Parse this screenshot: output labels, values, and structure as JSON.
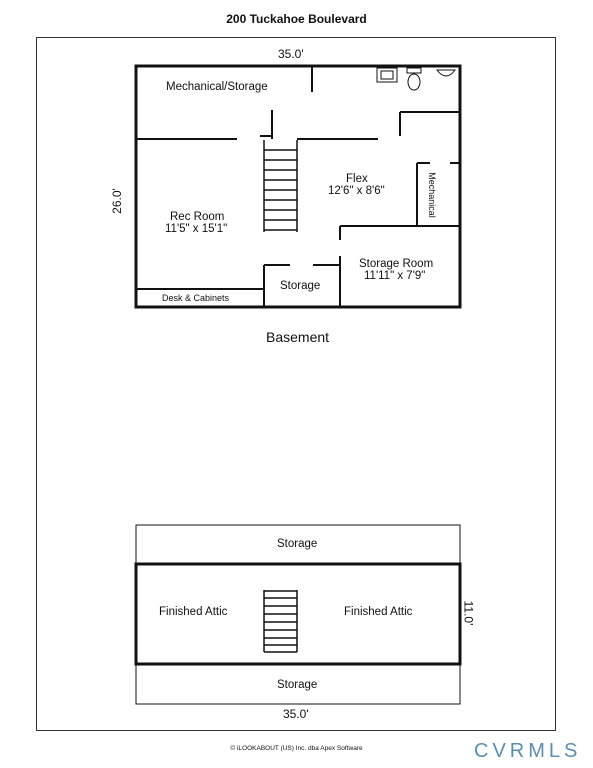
{
  "title": "200 Tuckahoe Boulevard",
  "basement": {
    "label": "Basement",
    "width_dim": "35.0'",
    "depth_dim": "26.0'",
    "rooms": {
      "mechanical_storage": "Mechanical/Storage",
      "flex_name": "Flex",
      "flex_size": "12'6\" x 8'6\"",
      "mechanical": "Mechanical",
      "rec_room_name": "Rec Room",
      "rec_room_size": "11'5\" x 15'1\"",
      "storage_room_name": "Storage Room",
      "storage_room_size": "11'11\" x 7'9\"",
      "storage": "Storage",
      "desk_cabinets": "Desk & Cabinets"
    }
  },
  "attic": {
    "storage_top": "Storage",
    "storage_bottom": "Storage",
    "finished_attic_left": "Finished Attic",
    "finished_attic_right": "Finished Attic",
    "depth_dim": "11.0'",
    "width_dim": "35.0'"
  },
  "footer": {
    "copyright": "© iLOOKABOUT (US) Inc. dba Apex Software",
    "logo": "CVRMLS"
  },
  "colors": {
    "wall": "#111111",
    "logo": "#5b8fb0"
  }
}
